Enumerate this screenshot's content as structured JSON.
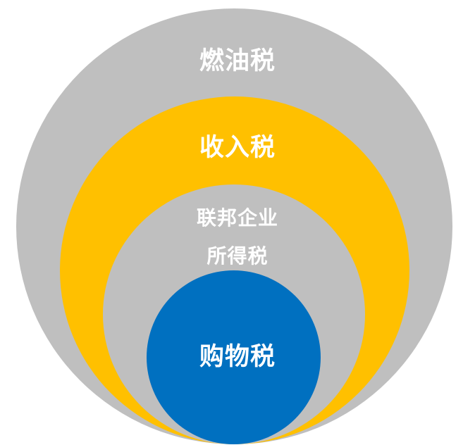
{
  "diagram": {
    "type": "nested-circles",
    "layers": [
      {
        "id": "outer",
        "label": "燃油税",
        "color": "#bfbfbf"
      },
      {
        "id": "second",
        "label": "收入税",
        "color": "#ffc000"
      },
      {
        "id": "third",
        "label_line1": "联邦企业",
        "label_line2": "所得税",
        "color": "#bfbfbf"
      },
      {
        "id": "inner",
        "label": "购物税",
        "color": "#0070c0"
      }
    ],
    "text_color": "#ffffff"
  }
}
